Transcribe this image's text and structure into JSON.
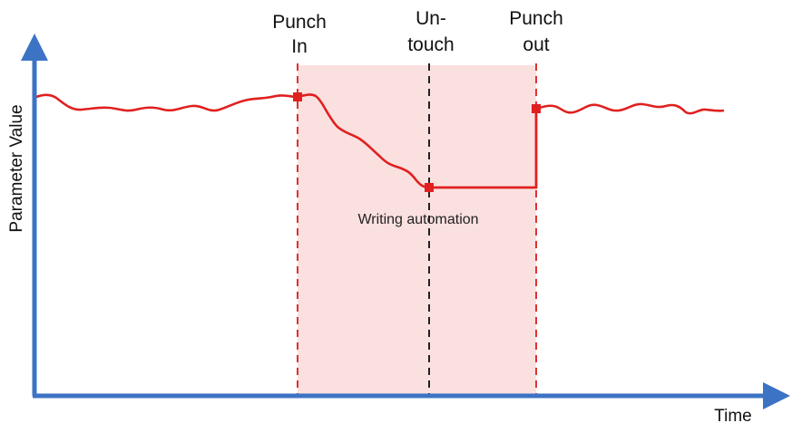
{
  "diagram": {
    "y_axis_label": "Parameter Value",
    "x_axis_label": "Time",
    "region_label": "Writing automation",
    "markers": {
      "punch_in": {
        "line1": "Punch",
        "line2": "In"
      },
      "untouch": {
        "line1": "Un-",
        "line2": "touch"
      },
      "punch_out": {
        "line1": "Punch",
        "line2": "out"
      }
    },
    "colors": {
      "axis": "#3c73c4",
      "curve": "#e02020",
      "region_fill": "#fbe0e0",
      "punch_marker_line": "#e03030",
      "untouch_marker_line": "#222222",
      "text": "#111111"
    }
  }
}
